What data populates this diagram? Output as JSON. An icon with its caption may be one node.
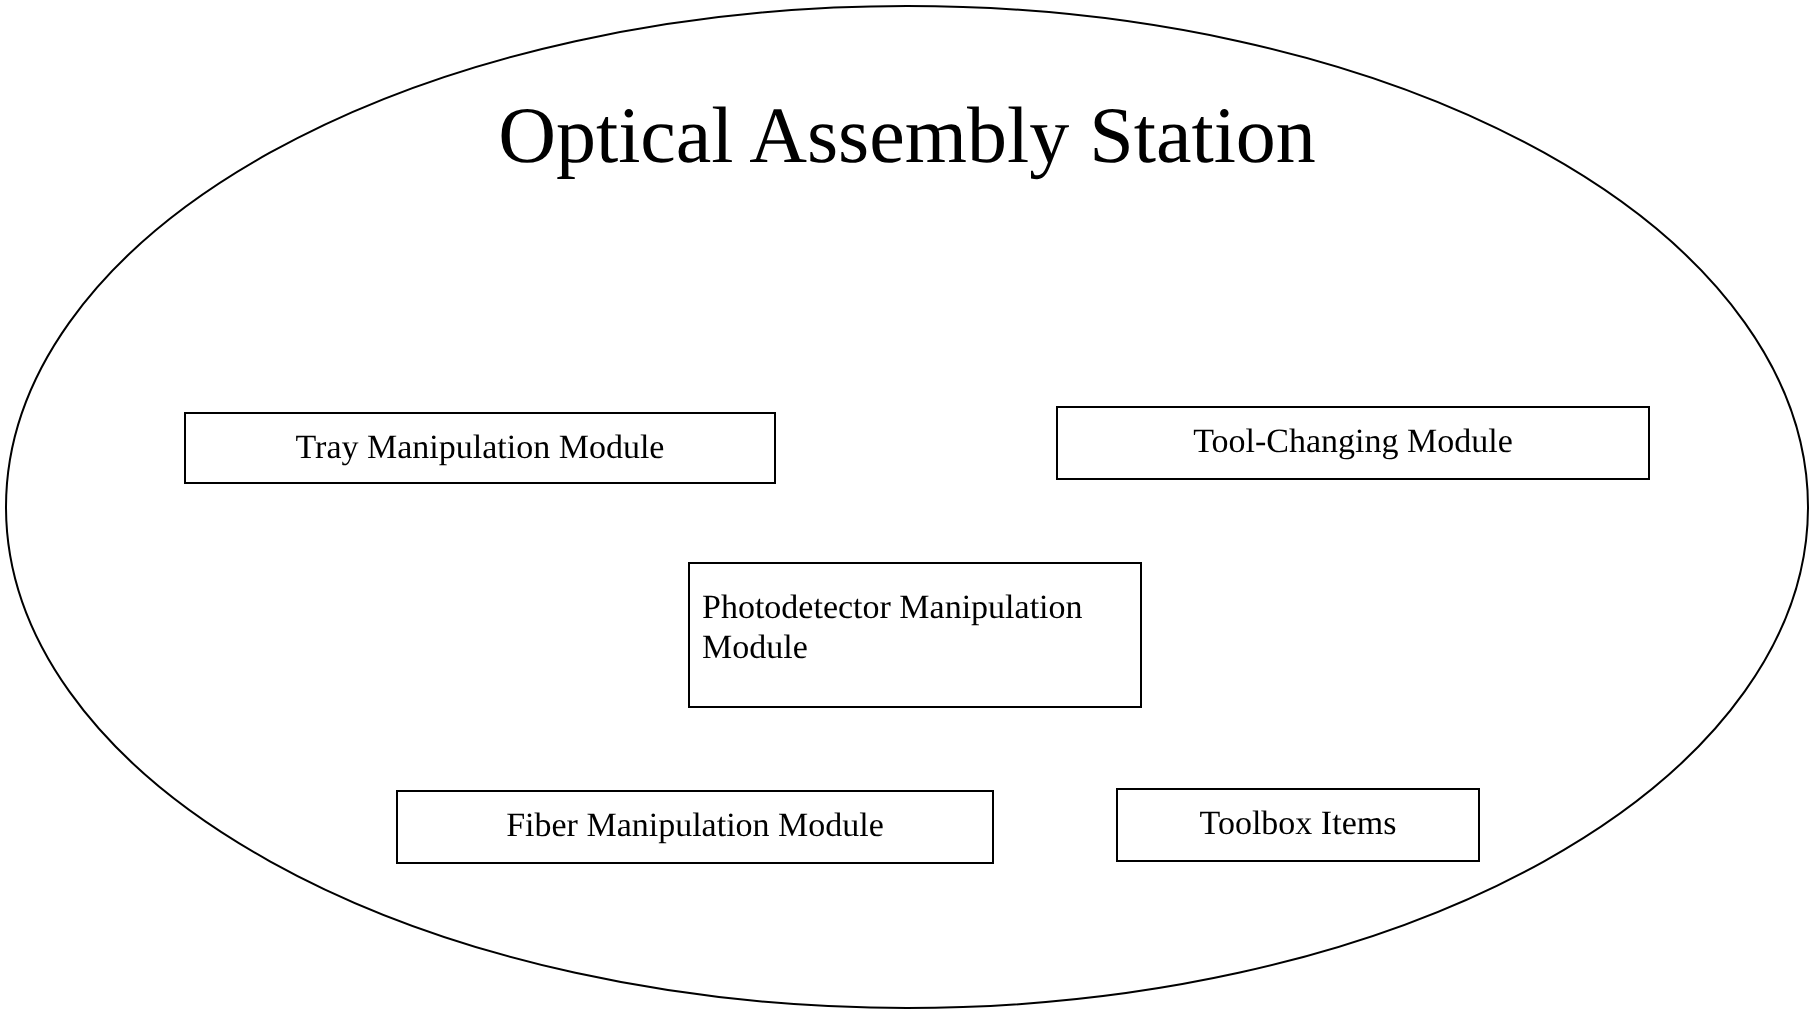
{
  "diagram": {
    "nodes": [
      {
        "text": [
          "Optical Assembly Station"
        ]
      },
      {
        "text": [
          "Tray Manipulation Module"
        ],
        "in": 0
      },
      {
        "text": [
          "Tool-Changing Module"
        ],
        "in": 0
      },
      {
        "text": [
          "Photodetector Manipulation Module"
        ],
        "in": 0
      },
      {
        "text": [
          "Fiber Manipulation Module"
        ],
        "in": 0
      },
      {
        "text": [
          "Toolbox Items"
        ],
        "in": 0
      }
    ]
  }
}
